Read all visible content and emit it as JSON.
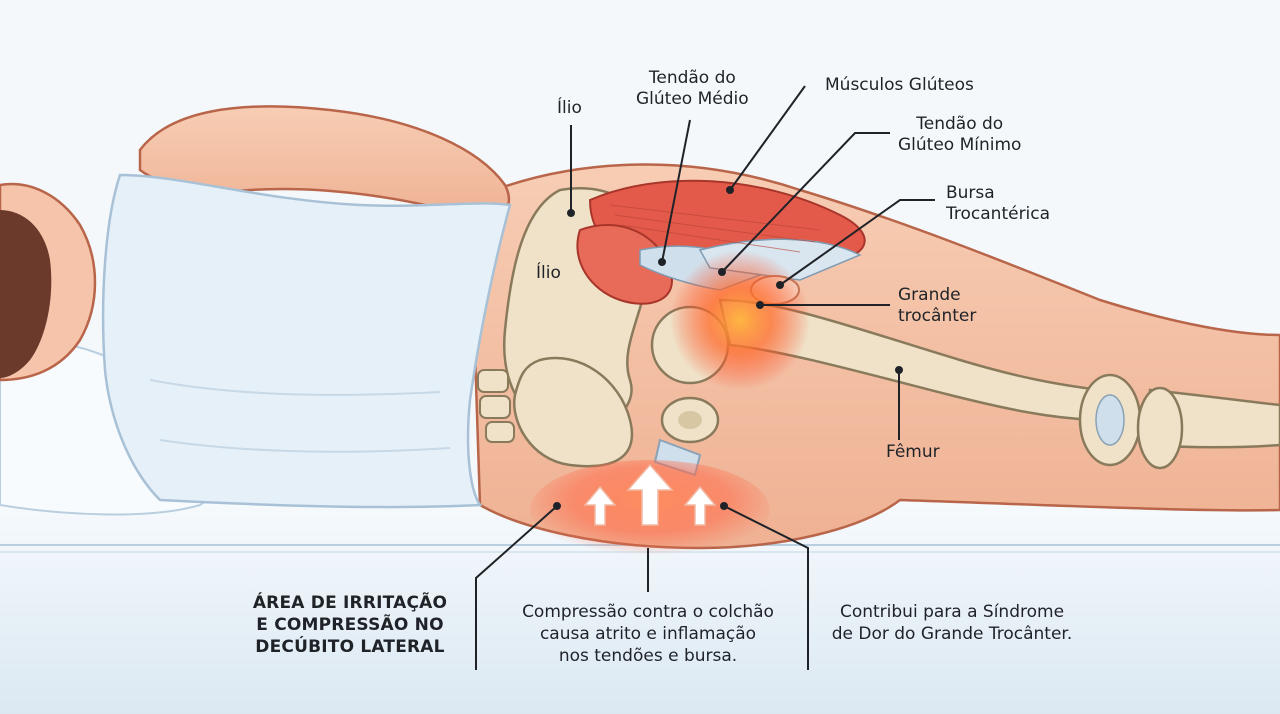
{
  "labels": {
    "ilio_top": "Ílio",
    "ilio_bone": "Ílio",
    "gluteo_medio": [
      "Tendão do",
      "Glúteo Médio"
    ],
    "musculos_gluteos": "Músculos Glúteos",
    "gluteo_minimo": [
      "Tendão do",
      "Glúteo Mínimo"
    ],
    "bursa": [
      "Bursa",
      "Trocantérica"
    ],
    "grande_trocanter": [
      "Grande",
      "trocânter"
    ],
    "femur": "Fêmur"
  },
  "captions": {
    "area": [
      "ÁREA DE IRRITAÇÃO",
      "E COMPRESSÃO NO",
      "DECÚBITO LATERAL"
    ],
    "compressao": [
      "Compressão contra o colchão",
      "causa atrito e inflamação",
      "nos tendões e bursa."
    ],
    "sindrome": [
      "Contribui para a Síndrome",
      "de Dor do Grande Trocânter."
    ]
  },
  "colors": {
    "skin": "#f5c4aa",
    "shirt": "#e6f0f8",
    "bone": "#efe2c8",
    "muscle": "#e35a4a",
    "inflammation": "#ff5a2a",
    "mattress": "#e4eef6"
  }
}
